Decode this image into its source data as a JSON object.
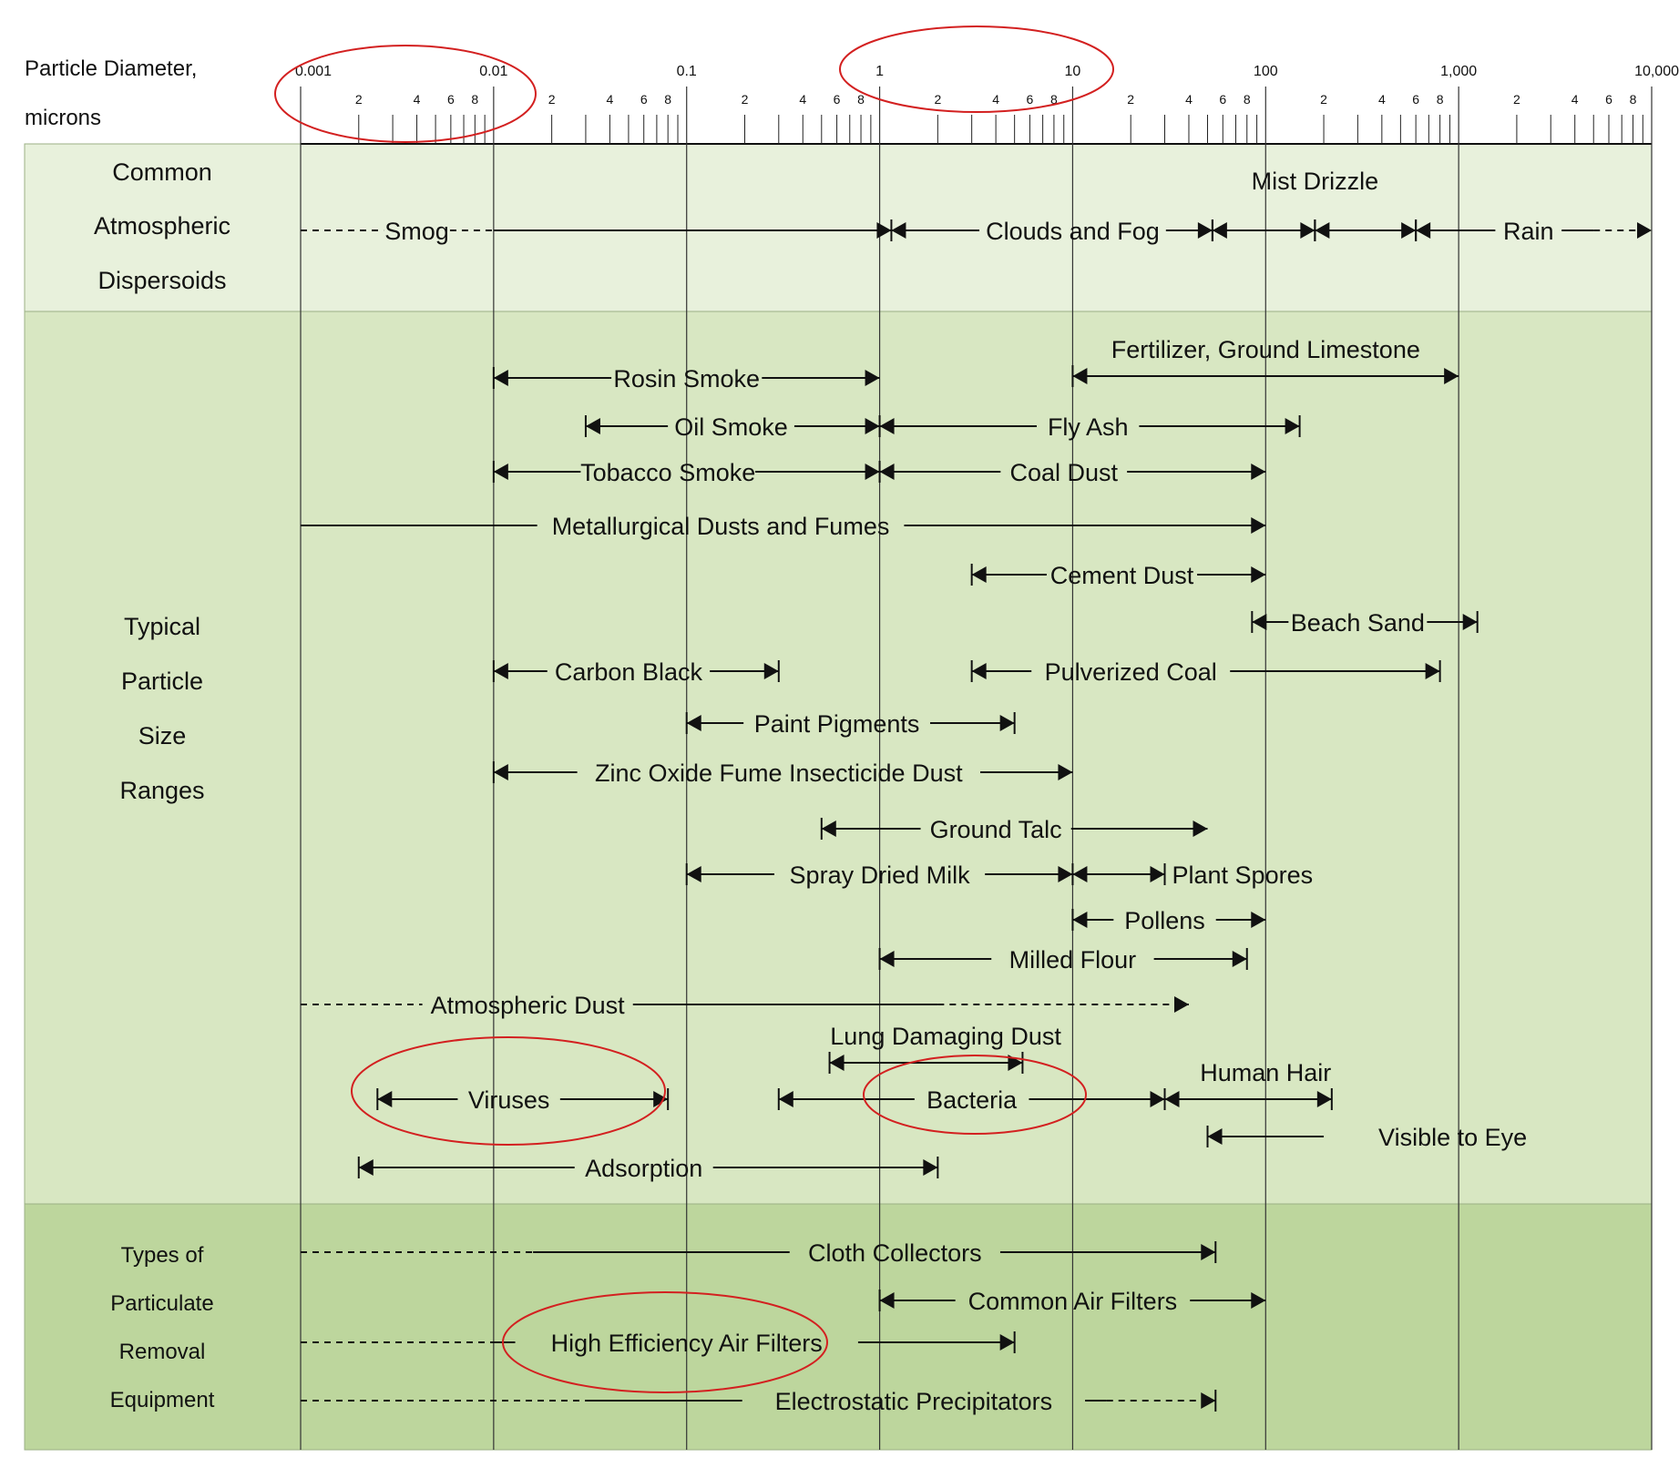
{
  "header": {
    "line1": "Particle Diameter,",
    "line2": "microns"
  },
  "axis": {
    "scale": "log",
    "min": 0.001,
    "max": 10000,
    "major_ticks": [
      {
        "value": 0.001,
        "label": "0.001"
      },
      {
        "value": 0.01,
        "label": "0.01"
      },
      {
        "value": 0.1,
        "label": "0.1"
      },
      {
        "value": 1,
        "label": "1"
      },
      {
        "value": 10,
        "label": "10"
      },
      {
        "value": 100,
        "label": "100"
      },
      {
        "value": 1000,
        "label": "1,000"
      },
      {
        "value": 10000,
        "label": "10,000"
      }
    ],
    "minor_labels": [
      "2",
      "4",
      "6",
      "8"
    ]
  },
  "sections": [
    {
      "id": "atmospheric",
      "lines": [
        "Common",
        "Atmospheric",
        "Dispersoids"
      ],
      "bg": "#e8f1dc"
    },
    {
      "id": "typical",
      "lines": [
        "Typical",
        "Particle",
        "Size",
        "Ranges"
      ],
      "bg": "#d8e7c2"
    },
    {
      "id": "removal",
      "lines": [
        "Types of",
        "Particulate",
        "Removal",
        "Equipment"
      ],
      "bg": "#bdd69d"
    }
  ],
  "rows": [
    {
      "section": "atmospheric",
      "label": "Smog",
      "from": 0.001,
      "to": 1.15,
      "label_at": 0.004,
      "dashed_until": 0.01,
      "start": "none",
      "end": "arrow"
    },
    {
      "section": "atmospheric",
      "label": "Clouds and Fog",
      "from": 1.15,
      "to": 53,
      "label_at": 10,
      "start": "arrowbar",
      "end": "arrowbar"
    },
    {
      "section": "atmospheric",
      "label": "",
      "from": 53,
      "to": 180,
      "start": "arrowbar",
      "end": "arrowbar"
    },
    {
      "section": "atmospheric",
      "label": "",
      "from": 180,
      "to": 600,
      "start": "arrowbar",
      "end": "arrowbar"
    },
    {
      "section": "atmospheric",
      "label": "Rain",
      "from": 600,
      "to": 10000,
      "label_at": 2300,
      "dashed_from": 5000,
      "start": "arrowbar",
      "end": "arrow"
    },
    {
      "section": "atmospheric",
      "label": "Mist  Drizzle",
      "text_only": true,
      "label_at": 180,
      "row_offset": -1
    },
    {
      "section": "typical",
      "label": "Fertilizer, Ground Limestone",
      "from": 10,
      "to": 1000,
      "label_at": 100,
      "start": "arrowbar",
      "end": "arrow",
      "label_above": true
    },
    {
      "section": "typical",
      "label": "Rosin Smoke",
      "from": 0.01,
      "to": 1,
      "label_at": 0.1,
      "start": "arrowbar",
      "end": "arrow"
    },
    {
      "section": "typical",
      "label": "Oil Smoke",
      "from": 0.03,
      "to": 1,
      "label_at": 0.17,
      "start": "arrowbar",
      "end": "arrow"
    },
    {
      "section": "typical",
      "label": "Fly Ash",
      "from": 1,
      "to": 150,
      "label_at": 12,
      "start": "arrowbar",
      "end": "arrowbar"
    },
    {
      "section": "typical",
      "label": "Tobacco Smoke",
      "from": 0.01,
      "to": 1,
      "label_at": 0.08,
      "start": "arrowbar",
      "end": "arrow"
    },
    {
      "section": "typical",
      "label": "Coal Dust",
      "from": 1,
      "to": 100,
      "label_at": 9,
      "start": "arrowbar",
      "end": "arrow"
    },
    {
      "section": "typical",
      "label": "Metallurgical Dusts and Fumes",
      "from": 0.001,
      "to": 100,
      "label_at": 0.15,
      "start": "none",
      "end": "arrow"
    },
    {
      "section": "typical",
      "label": "Cement Dust",
      "from": 3,
      "to": 100,
      "label_at": 18,
      "start": "arrowbar",
      "end": "arrow"
    },
    {
      "section": "typical",
      "label": "Beach Sand",
      "from": 85,
      "to": 1250,
      "label_at": 300,
      "start": "arrowbar",
      "end": "arrowbar"
    },
    {
      "section": "typical",
      "label": "Carbon Black",
      "from": 0.01,
      "to": 0.3,
      "label_at": 0.05,
      "start": "arrowbar",
      "end": "arrowbar"
    },
    {
      "section": "typical",
      "label": "Pulverized Coal",
      "from": 3,
      "to": 800,
      "label_at": 20,
      "start": "arrowbar",
      "end": "arrowbar"
    },
    {
      "section": "typical",
      "label": "Paint Pigments",
      "from": 0.1,
      "to": 5,
      "label_at": 0.6,
      "start": "arrowbar",
      "end": "arrowbar"
    },
    {
      "section": "typical",
      "label": "Zinc Oxide Fume Insecticide Dust",
      "from": 0.01,
      "to": 10,
      "label_at": 0.3,
      "start": "arrowbar",
      "end": "arrow"
    },
    {
      "section": "typical",
      "label": "Ground Talc",
      "from": 0.5,
      "to": 50,
      "label_at": 4,
      "start": "arrowbar",
      "end": "arrow"
    },
    {
      "section": "typical",
      "label": "Spray Dried Milk",
      "from": 0.1,
      "to": 10,
      "label_at": 1,
      "start": "arrowbar",
      "end": "arrow"
    },
    {
      "section": "typical",
      "label": "Plant Spores",
      "from": 10,
      "to": 30,
      "start": "arrowbar",
      "end": "arrowbar",
      "label_right": true
    },
    {
      "section": "typical",
      "label": "Pollens",
      "from": 10,
      "to": 100,
      "label_at": 30,
      "start": "arrowbar",
      "end": "arrow"
    },
    {
      "section": "typical",
      "label": "Milled Flour",
      "from": 1,
      "to": 80,
      "label_at": 10,
      "start": "arrowbar",
      "end": "arrowbar"
    },
    {
      "section": "typical",
      "label": "Atmospheric Dust",
      "from": 0.001,
      "to": 40,
      "label_at": 0.015,
      "dashed_until": 0.005,
      "dashed_from": 2,
      "start": "none",
      "end": "arrow"
    },
    {
      "section": "typical",
      "label": "Lung Damaging Dust",
      "from": 0.55,
      "to": 5.5,
      "label_at": 2.2,
      "start": "arrowbar",
      "end": "arrowbar",
      "label_above": true
    },
    {
      "section": "typical",
      "label": "Viruses",
      "from": 0.0025,
      "to": 0.08,
      "label_at": 0.012,
      "start": "arrowbar",
      "end": "arrowbar"
    },
    {
      "section": "typical",
      "label": "Bacteria",
      "from": 0.3,
      "to": 30,
      "label_at": 3,
      "start": "arrowbar",
      "end": "arrowbar"
    },
    {
      "section": "typical",
      "label": "Human Hair",
      "from": 30,
      "to": 220,
      "label_at": 100,
      "start": "arrowbar",
      "end": "arrowbar",
      "label_above": true
    },
    {
      "section": "typical",
      "label": "Visible to Eye",
      "from": 50,
      "to": 200,
      "label_right": true,
      "start": "arrowbar",
      "end": "none"
    },
    {
      "section": "typical",
      "label": "Adsorption",
      "from": 0.002,
      "to": 2,
      "label_at": 0.06,
      "start": "arrowbar",
      "end": "arrowbar"
    },
    {
      "section": "removal",
      "label": "Cloth Collectors",
      "from": 0.001,
      "to": 55,
      "label_at": 1.2,
      "dashed_until": 0.016,
      "start": "none",
      "end": "arrowbar"
    },
    {
      "section": "removal",
      "label": "Common Air Filters",
      "from": 1,
      "to": 100,
      "label_at": 10,
      "start": "arrowbar",
      "end": "arrow"
    },
    {
      "section": "removal",
      "label": "High Efficiency Air Filters",
      "from": 0.001,
      "to": 5,
      "label_at": 0.1,
      "dashed_until": 0.01,
      "start": "none",
      "end": "arrowbar"
    },
    {
      "section": "removal",
      "label": "Electrostatic Precipitators",
      "from": 0.001,
      "to": 55,
      "label_at": 1.5,
      "dashed_until": 0.03,
      "dashed_from": 15,
      "start": "none",
      "end": "arrowbar"
    }
  ],
  "highlights": [
    {
      "name": "axis-0001-001",
      "around": "0.001 to 0.01 axis labels",
      "color": "#d32020"
    },
    {
      "name": "axis-1-10",
      "around": "1 to 10 axis labels",
      "color": "#d32020"
    },
    {
      "name": "viruses",
      "around": "Viruses",
      "color": "#d32020"
    },
    {
      "name": "bacteria",
      "around": "Bacteria",
      "color": "#d32020"
    },
    {
      "name": "hepa",
      "around": "High Efficiency Air Filters",
      "color": "#d32020"
    }
  ]
}
